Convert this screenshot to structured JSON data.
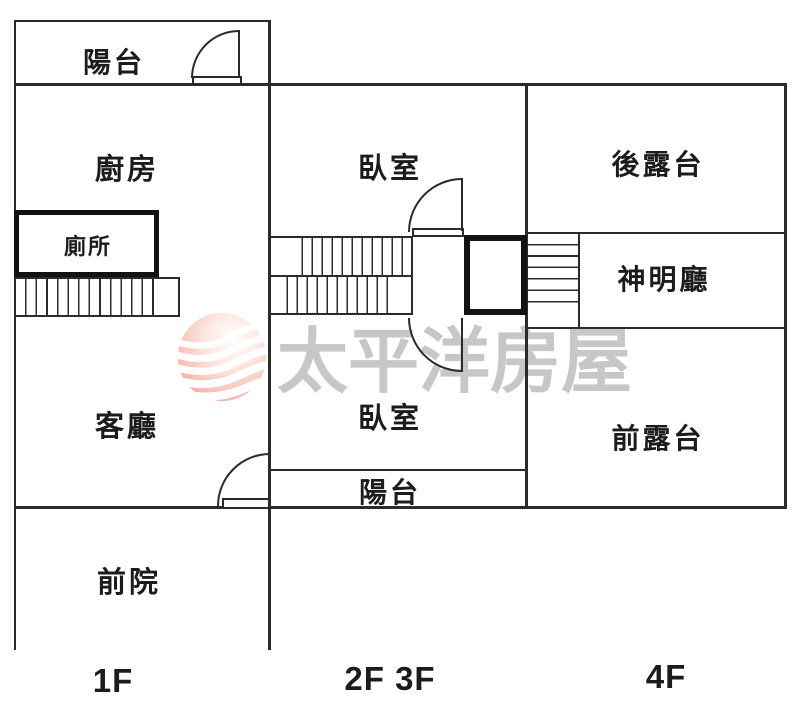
{
  "watermark": {
    "brand": "太平洋房屋",
    "text_color": "#c7c7c7",
    "logo": {
      "icon": "pacific-wave-sphere-icon",
      "pink_light": "#fde9e5",
      "pink_mid": "#f8c9c1",
      "pink_deep": "#f2a79c",
      "wave_color": "#ffffff"
    }
  },
  "rooms": {
    "balcony_1f": "陽台",
    "kitchen": "廚房",
    "toilet": "廁所",
    "living_room": "客廳",
    "front_yard": "前院",
    "bedroom_upper": "臥室",
    "bedroom_lower": "臥室",
    "balcony_23f": "陽台",
    "rear_terrace": "後露台",
    "shrine_hall": "神明廳",
    "front_terrace": "前露台"
  },
  "floor_labels": {
    "first": "1F",
    "second_third": "2F 3F",
    "fourth": "4F"
  },
  "colors": {
    "wall": "#2b2b2b",
    "thick_wall": "#121212",
    "background": "#ffffff",
    "label_text": "#1c1c1c"
  }
}
